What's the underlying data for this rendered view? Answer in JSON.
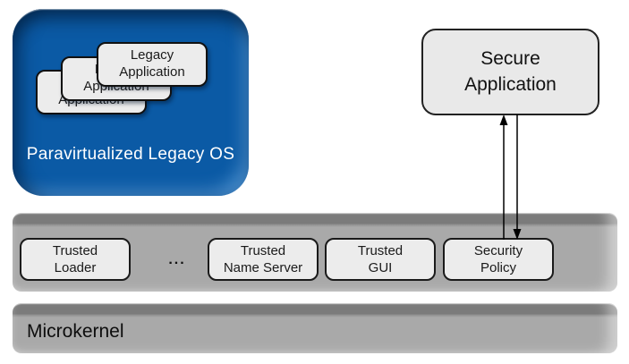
{
  "colors": {
    "legacy_os_blue": "#0b5aa5",
    "legacy_os_blue_dark": "#09416f",
    "bar_gray": "#a9a9a9",
    "bar_gray_dark": "#7b7b7b",
    "box_fill": "#ececec",
    "box_border": "#1a1a1a",
    "background": "#ffffff"
  },
  "legacy_os": {
    "label": "Paravirtualized Legacy OS",
    "apps": [
      {
        "line1": "Legacy",
        "line2": "Application"
      },
      {
        "line1": "Legacy",
        "line2": "Application"
      },
      {
        "line1": "Legacy",
        "line2": "Application"
      }
    ]
  },
  "secure_app": {
    "line1": "Secure",
    "line2": "Application"
  },
  "services": {
    "ellipsis": "...",
    "items": [
      {
        "line1": "Trusted",
        "line2": "Loader"
      },
      {
        "line1": "Trusted",
        "line2": "Name Server"
      },
      {
        "line1": "Trusted",
        "line2": "GUI"
      },
      {
        "line1": "Security",
        "line2": "Policy"
      }
    ]
  },
  "microkernel": {
    "label": "Microkernel"
  }
}
